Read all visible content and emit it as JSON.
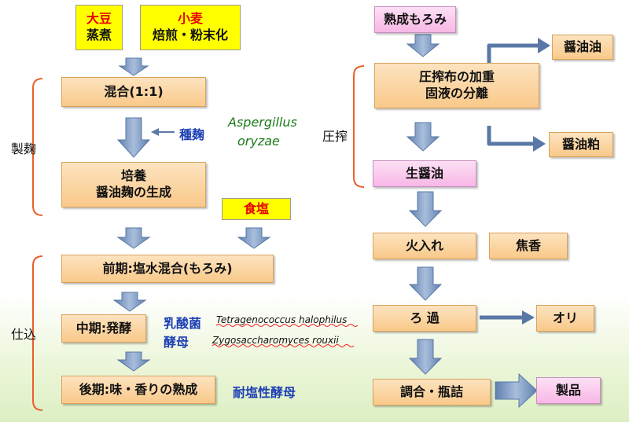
{
  "left": {
    "soybean": "大豆",
    "steam": "蒸煮",
    "wheat": "小麦",
    "roast": "焙煎・粉末化",
    "mix": "混合(1:1)",
    "seed_koji": "種麹",
    "aspergillus_1": "Aspergillus",
    "aspergillus_2": "oryzae",
    "culture_1": "培養",
    "culture_2": "醤油麹の生成",
    "salt": "食塩",
    "early": "前期:塩水混合(もろみ)",
    "middle": "中期:発酵",
    "late": "後期:味・香りの熟成",
    "lactic": "乳酸菌",
    "lactic_species": "Tetragenococcus halophilus",
    "yeast": "酵母",
    "yeast_species": "Zygosaccharomyces rouxii",
    "salt_tolerant": "耐塩性酵母",
    "stage_koji": "製麹",
    "stage_shikomi": "仕込"
  },
  "right": {
    "matured": "熟成もろみ",
    "press_1": "圧搾布の加重",
    "press_2": "固液の分離",
    "stage_press": "圧搾",
    "soy_oil": "醤油油",
    "soy_cake": "醤油粕",
    "raw_soy": "生醤油",
    "heating": "火入れ",
    "aroma": "焦香",
    "filtration": "ろ 過",
    "sediment": "オリ",
    "blend": "調合・瓶詰",
    "product": "製品"
  },
  "colors": {
    "arrow": "#6a8ab7",
    "box_orange": "#f9c98a",
    "box_pink": "#f8b7e6",
    "bracket": "#e8602c"
  }
}
